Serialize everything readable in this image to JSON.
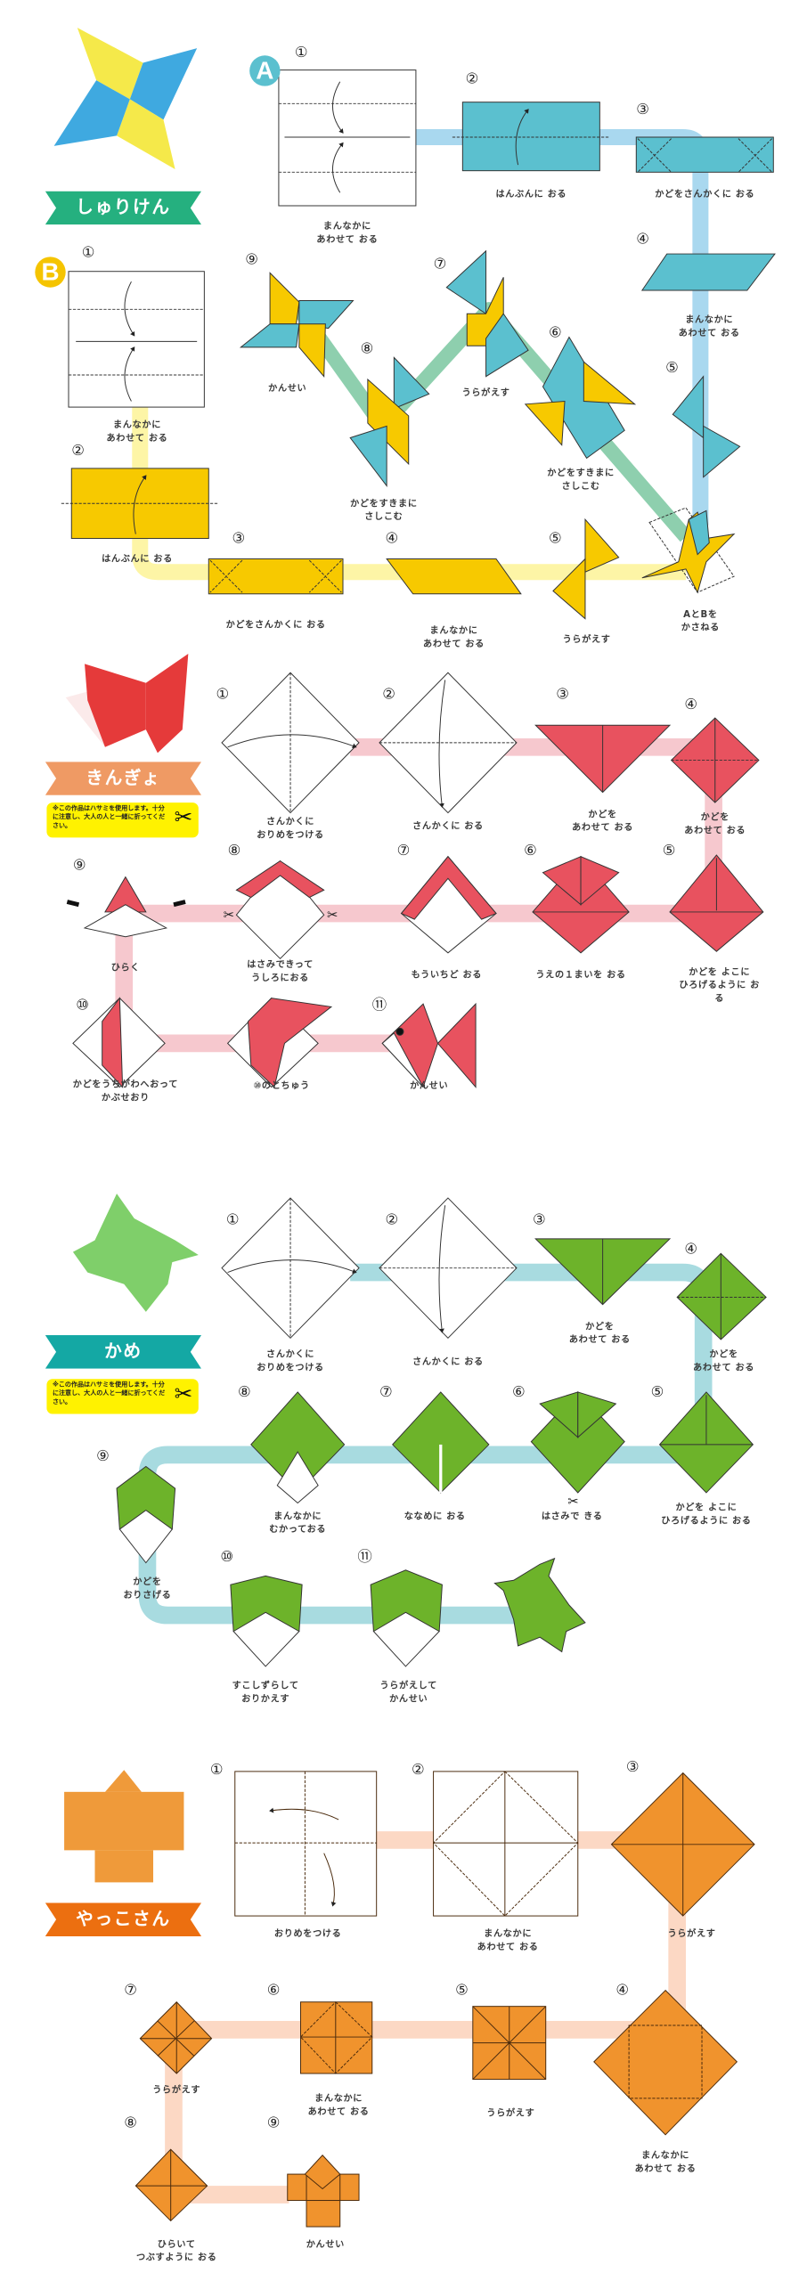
{
  "shuriken": {
    "title": "しゅりけん",
    "badge_a": "A",
    "badge_b": "B",
    "a_steps": [
      {
        "num": "①",
        "label": "まんなかに\nあわせて おる"
      },
      {
        "num": "②",
        "label": "はんぶんに おる"
      },
      {
        "num": "③",
        "label": "かどをさんかくに おる"
      },
      {
        "num": "④",
        "label": "まんなかに\nあわせて おる"
      },
      {
        "num": "⑤"
      }
    ],
    "b_steps": [
      {
        "num": "①",
        "label": "まんなかに\nあわせて おる"
      },
      {
        "num": "②",
        "label": "はんぶんに おる"
      },
      {
        "num": "③",
        "label": "かどをさんかくに おる"
      },
      {
        "num": "④",
        "label": "まんなかに\nあわせて おる"
      },
      {
        "num": "⑤",
        "label": "うらがえす"
      }
    ],
    "combine_label": "AとBを\nかさねる",
    "final_steps": [
      {
        "num": "⑥",
        "label": "かどをすきまに\nさしこむ"
      },
      {
        "num": "⑦",
        "label": "うらがえす"
      },
      {
        "num": "⑧",
        "label": "かどをすきまに\nさしこむ"
      },
      {
        "num": "⑨",
        "label": "かんせい"
      }
    ],
    "colors": {
      "blue": "#5bc0cf",
      "yellow": "#f7c900",
      "ribbon": "#25b07f"
    }
  },
  "kingyo": {
    "title": "きんぎょ",
    "note": "※この作品はハサミを使用します。十分に注意し、大人の人と一緒に折ってください。",
    "steps": [
      {
        "num": "①",
        "label": "さんかくに\nおりめをつける"
      },
      {
        "num": "②",
        "label": "さんかくに おる"
      },
      {
        "num": "③",
        "label": "かどを\nあわせて おる"
      },
      {
        "num": "④",
        "label": "かどを\nあわせて おる"
      },
      {
        "num": "⑤",
        "label": "かどを よこに\nひろげるように おる"
      },
      {
        "num": "⑥",
        "label": "うえの１まいを おる"
      },
      {
        "num": "⑦",
        "label": "もういちど おる"
      },
      {
        "num": "⑧",
        "label": "はさみできって\nうしろにおる"
      },
      {
        "num": "⑨",
        "label": "ひらく"
      },
      {
        "num": "⑩",
        "label": "かどをうちがわへおって\nかぶせおり"
      },
      {
        "num": "⑪",
        "label": "かんせい"
      }
    ],
    "midway_label": "⑩のとちゅう",
    "colors": {
      "paper": "#e8525f",
      "ribbon": "#ef9a64",
      "path": "#f6c8ce"
    }
  },
  "kame": {
    "title": "かめ",
    "note": "※この作品はハサミを使用します。十分に注意し、大人の人と一緒に折ってください。",
    "steps": [
      {
        "num": "①",
        "label": "さんかくに\nおりめをつける"
      },
      {
        "num": "②",
        "label": "さんかくに おる"
      },
      {
        "num": "③",
        "label": "かどを\nあわせて おる"
      },
      {
        "num": "④",
        "label": "かどを\nあわせて おる"
      },
      {
        "num": "⑤",
        "label": "かどを よこに\nひろげるように おる"
      },
      {
        "num": "⑥",
        "label": "はさみで きる"
      },
      {
        "num": "⑦",
        "label": "ななめに おる"
      },
      {
        "num": "⑧",
        "label": "まんなかに\nむかっておる"
      },
      {
        "num": "⑨",
        "label": "かどを\nおりさげる"
      },
      {
        "num": "⑩",
        "label": "すこしずらして\nおりかえす"
      },
      {
        "num": "⑪",
        "label": "うらがえして\nかんせい"
      }
    ],
    "colors": {
      "paper": "#6db32a",
      "ribbon": "#14a8a4",
      "path": "#a8dbe0"
    }
  },
  "yakko": {
    "title": "やっこさん",
    "steps": [
      {
        "num": "①",
        "label": "おりめをつける"
      },
      {
        "num": "②",
        "label": "まんなかに\nあわせて おる"
      },
      {
        "num": "③",
        "label": "うらがえす"
      },
      {
        "num": "④",
        "label": "まんなかに\nあわせて おる"
      },
      {
        "num": "⑤",
        "label": "うらがえす"
      },
      {
        "num": "⑥",
        "label": "まんなかに\nあわせて おる"
      },
      {
        "num": "⑦",
        "label": "うらがえす"
      },
      {
        "num": "⑧",
        "label": "ひらいて\nつぶすように おる"
      },
      {
        "num": "⑨",
        "label": "かんせい"
      }
    ],
    "colors": {
      "paper": "#f0932d",
      "ribbon": "#ec6f10",
      "path": "#fcd8c4"
    }
  }
}
